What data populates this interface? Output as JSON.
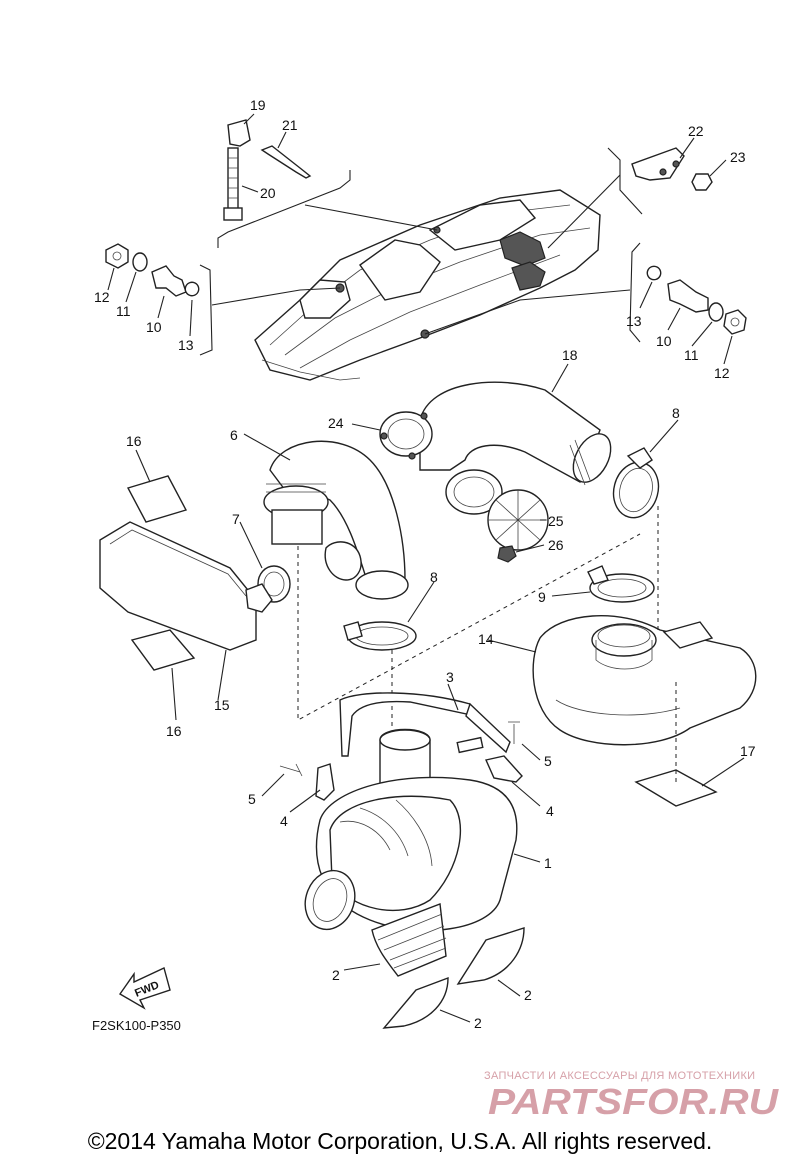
{
  "diagram_code": "F2SK100-P350",
  "fwd_label": "FWD",
  "copyright": "©2014 Yamaha Motor Corporation, U.S.A. All rights reserved.",
  "watermark": {
    "subtitle": "ЗАПЧАСТИ И АКСЕССУАРЫ ДЛЯ МОТОТЕХНИКИ",
    "logo_text": "PARTSFOR.RU"
  },
  "colors": {
    "line": "#222222",
    "watermark": "#d6a0a8"
  },
  "callouts": {
    "p1": "1",
    "p2a": "2",
    "p2b": "2",
    "p2c": "2",
    "p3": "3",
    "p4a": "4",
    "p4b": "4",
    "p5a": "5",
    "p5b": "5",
    "p6": "6",
    "p7": "7",
    "p8a": "8",
    "p8b": "8",
    "p9": "9",
    "p10a": "10",
    "p10b": "10",
    "p11a": "11",
    "p11b": "11",
    "p12a": "12",
    "p12b": "12",
    "p13a": "13",
    "p13b": "13",
    "p14": "14",
    "p15": "15",
    "p16a": "16",
    "p16b": "16",
    "p17": "17",
    "p18": "18",
    "p19": "19",
    "p20": "20",
    "p21": "21",
    "p22": "22",
    "p23": "23",
    "p24": "24",
    "p25": "25",
    "p26": "26"
  }
}
